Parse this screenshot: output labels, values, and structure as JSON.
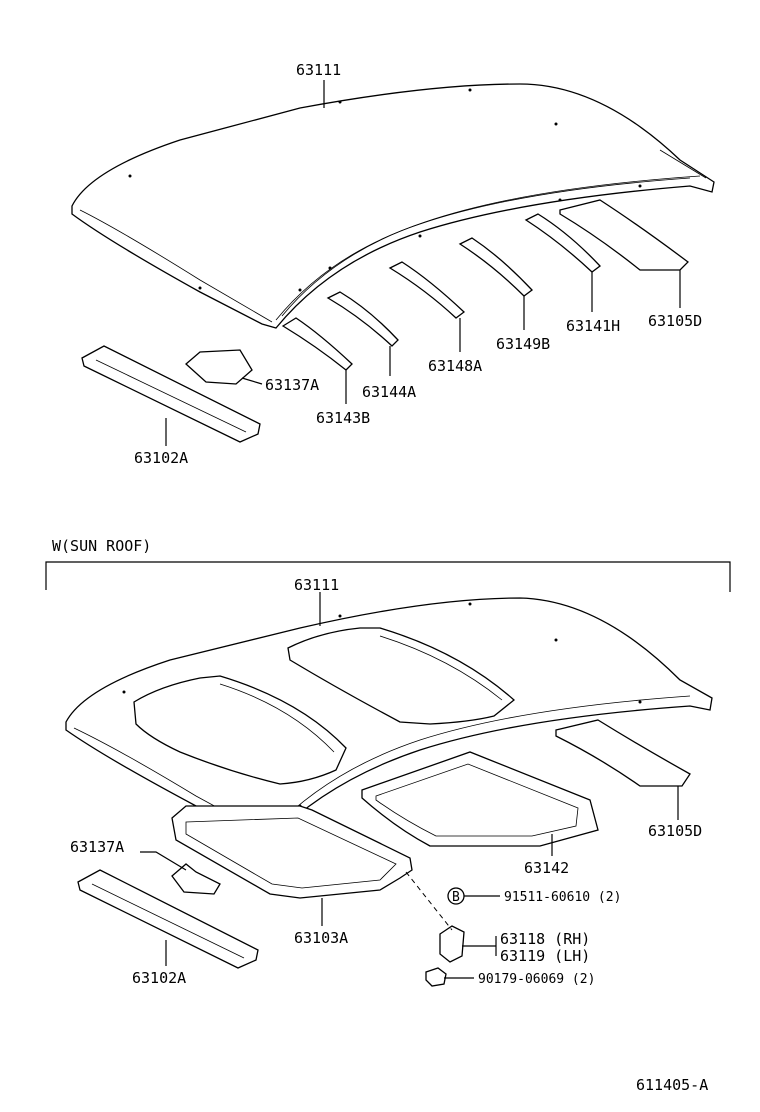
{
  "top": {
    "labels": {
      "roof_panel": "63111",
      "rear_header": "63105D",
      "bow_1": "63141H",
      "bow_2": "63149B",
      "bow_3": "63148A",
      "bow_4": "63144A",
      "bow_5": "63143B",
      "bracket": "63137A",
      "front_header": "63102A"
    }
  },
  "sunroof": {
    "section_title": "W(SUN ROOF)",
    "labels": {
      "roof_panel": "63111",
      "rear_header": "63105D",
      "sunroof_housing": "63142",
      "bracket": "63137A",
      "front_header": "63102A",
      "frame": "63103A",
      "bolt_circle": "B",
      "bolt": "91511-60610 (2)",
      "bracket_rh": "63118 (RH)",
      "bracket_lh": "63119 (LH)",
      "nut": "90179-06069 (2)"
    }
  },
  "footer": {
    "diagram_id": "611405-A"
  }
}
